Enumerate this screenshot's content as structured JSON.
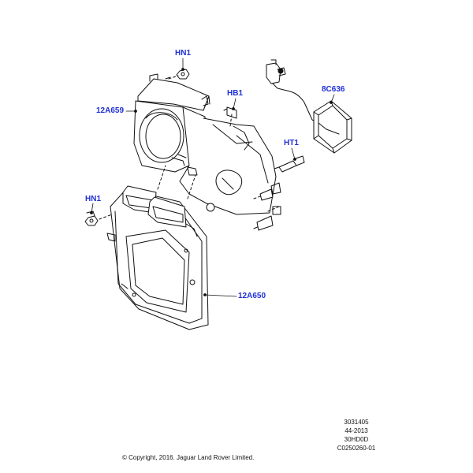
{
  "callouts": {
    "hn1_top": "HN1",
    "hb1": "HB1",
    "c12a659": "12A659",
    "c8c636": "8C636",
    "ht1": "HT1",
    "hn1_left": "HN1",
    "c12a650": "12A650"
  },
  "refs": [
    "3031405",
    "44-2013",
    "30HD0D",
    "C0250260-01"
  ],
  "copyright": "© Copyright, 2016. Jaguar Land Rover Limited.",
  "colors": {
    "callout": "#1f2fd6",
    "line": "#111111"
  }
}
